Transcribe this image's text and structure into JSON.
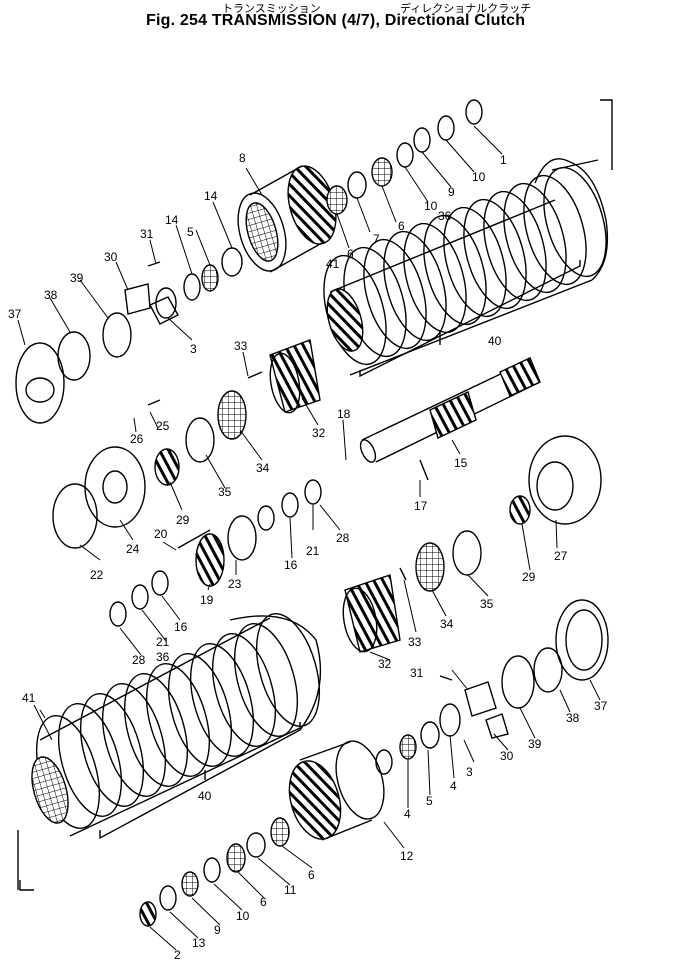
{
  "header": {
    "kana_left": "トランスミッション",
    "kana_right": "ディレクショナルクラッチ",
    "title": "Fig. 254 TRANSMISSION (4/7), Directional Clutch"
  },
  "callouts": {
    "c1": "1",
    "c2": "2",
    "c3a": "3",
    "c3b": "3",
    "c4a": "4",
    "c4b": "4",
    "c5a": "5",
    "c5b": "5",
    "c6a": "6",
    "c6b": "6",
    "c6c": "6",
    "c6d": "6",
    "c7": "7",
    "c8": "8",
    "c9a": "9",
    "c9b": "9",
    "c10a": "10",
    "c10b": "10",
    "c10c": "10",
    "c11": "11",
    "c12": "12",
    "c13": "13",
    "c14a": "14",
    "c14b": "14",
    "c15": "15",
    "c16a": "16",
    "c16b": "16",
    "c17": "17",
    "c18": "18",
    "c19": "19",
    "c20": "20",
    "c21a": "21",
    "c21b": "21",
    "c22": "22",
    "c23": "23",
    "c24": "24",
    "c25": "25",
    "c26": "26",
    "c27": "27",
    "c28a": "28",
    "c28b": "28",
    "c29a": "29",
    "c29b": "29",
    "c30a": "30",
    "c30b": "30",
    "c31a": "31",
    "c31b": "31",
    "c32a": "32",
    "c32b": "32",
    "c33a": "33",
    "c33b": "33",
    "c34a": "34",
    "c34b": "34",
    "c35a": "35",
    "c35b": "35",
    "c36a": "36",
    "c36b": "36",
    "c37a": "37",
    "c37b": "37",
    "c38a": "38",
    "c38b": "38",
    "c39a": "39",
    "c39b": "39",
    "c40a": "40",
    "c40b": "40",
    "c41a": "41",
    "c41b": "41"
  }
}
